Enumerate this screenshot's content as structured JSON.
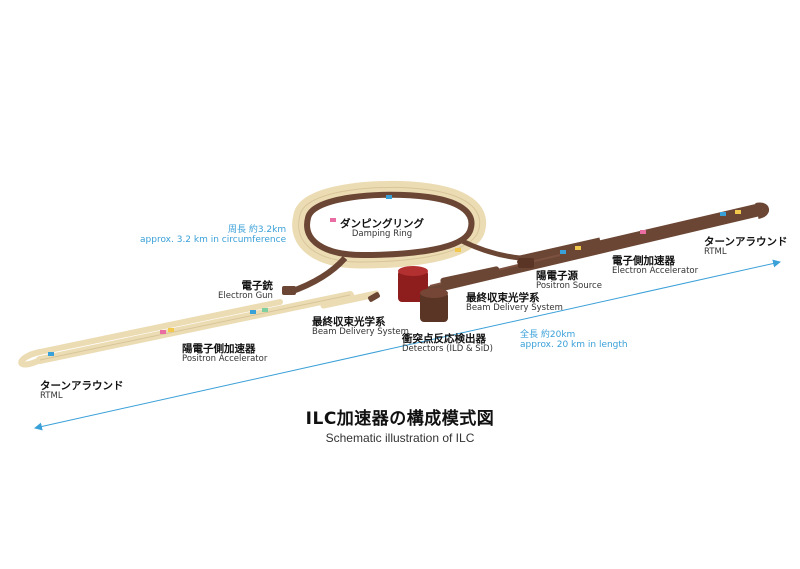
{
  "title": {
    "ja": "ILC加速器の構成模式図",
    "en": "Schematic illustration of ILC"
  },
  "labels": {
    "damping_ring": {
      "ja": "ダンピングリング",
      "en": "Damping Ring"
    },
    "circumference": {
      "ja": "周長 約3.2km",
      "en": "approx. 3.2 km in circumference"
    },
    "electron_gun": {
      "ja": "電子銃",
      "en": "Electron Gun"
    },
    "bds_left": {
      "ja": "最終収束光学系",
      "en": "Beam Delivery System"
    },
    "bds_right": {
      "ja": "最終収束光学系",
      "en": "Beam Delivery System"
    },
    "positron_source": {
      "ja": "陽電子源",
      "en": "Positron Source"
    },
    "electron_accel": {
      "ja": "電子側加速器",
      "en": "Electron Accelerator"
    },
    "positron_accel": {
      "ja": "陽電子側加速器",
      "en": "Positron Accelerator"
    },
    "rtml_right": {
      "ja": "ターンアラウンド",
      "en": "RTML"
    },
    "rtml_left": {
      "ja": "ターンアラウンド",
      "en": "RTML"
    },
    "detectors": {
      "ja": "衝突点反応検出器",
      "en": "Detectors (ILD & SiD)"
    },
    "length": {
      "ja": "全長 約20km",
      "en": "approx. 20 km in length"
    }
  },
  "colors": {
    "electron_line": "#6b4634",
    "positron_line": "#ecdcb4",
    "detector_ild": "#8e1d1d",
    "detector_sid": "#5a3526",
    "dimension_arrow": "#3aa0d8"
  }
}
